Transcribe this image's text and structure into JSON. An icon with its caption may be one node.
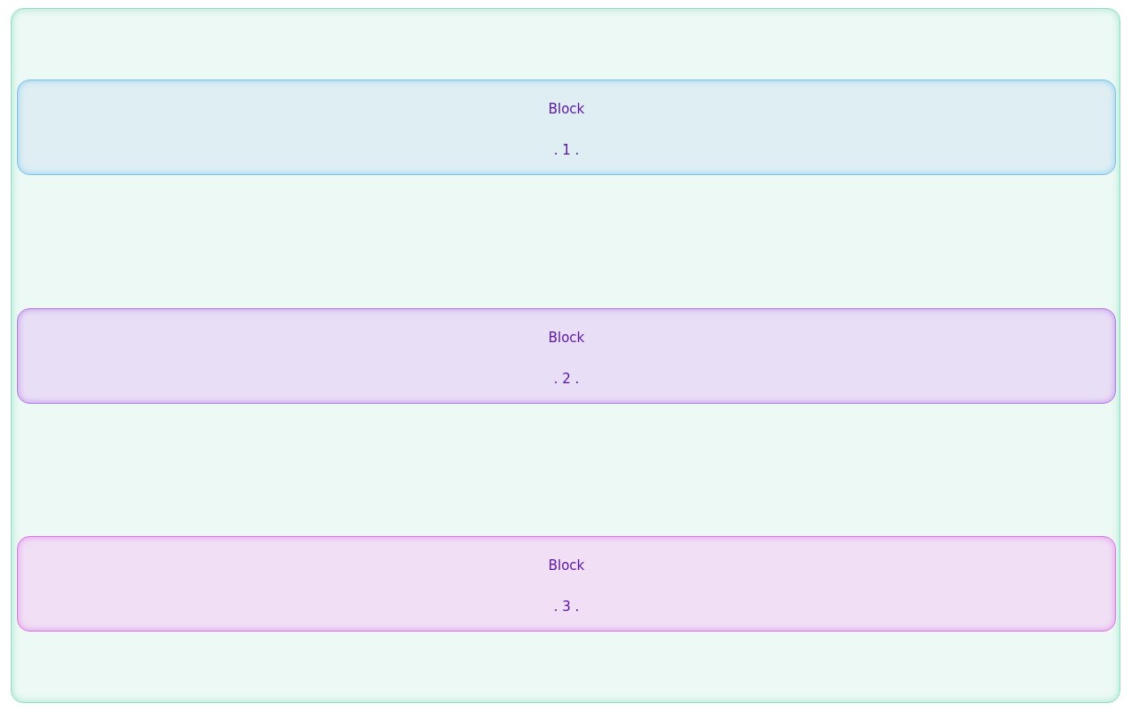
{
  "diagram": {
    "nodes": [
      {
        "text": [],
        "shape": "box"
      },
      {
        "text": [
          "Block",
          ". 1 ."
        ],
        "in": 0
      },
      {
        "text": [
          "Block",
          ". 2 ."
        ],
        "in": 0
      },
      {
        "text": [
          "Block",
          ". 3 ."
        ],
        "in": 0
      }
    ]
  }
}
